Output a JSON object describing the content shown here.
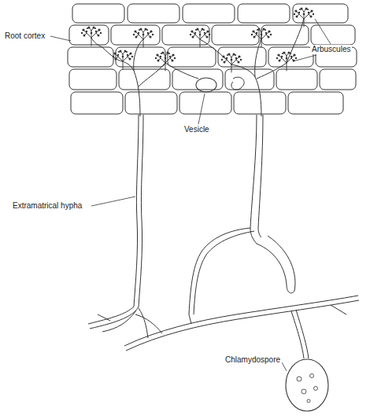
{
  "diagram": {
    "labels": [
      "Root cortex",
      "Arbuscules",
      "Vesicle",
      "Extramatrical hypha",
      "Chlamydospore"
    ]
  }
}
